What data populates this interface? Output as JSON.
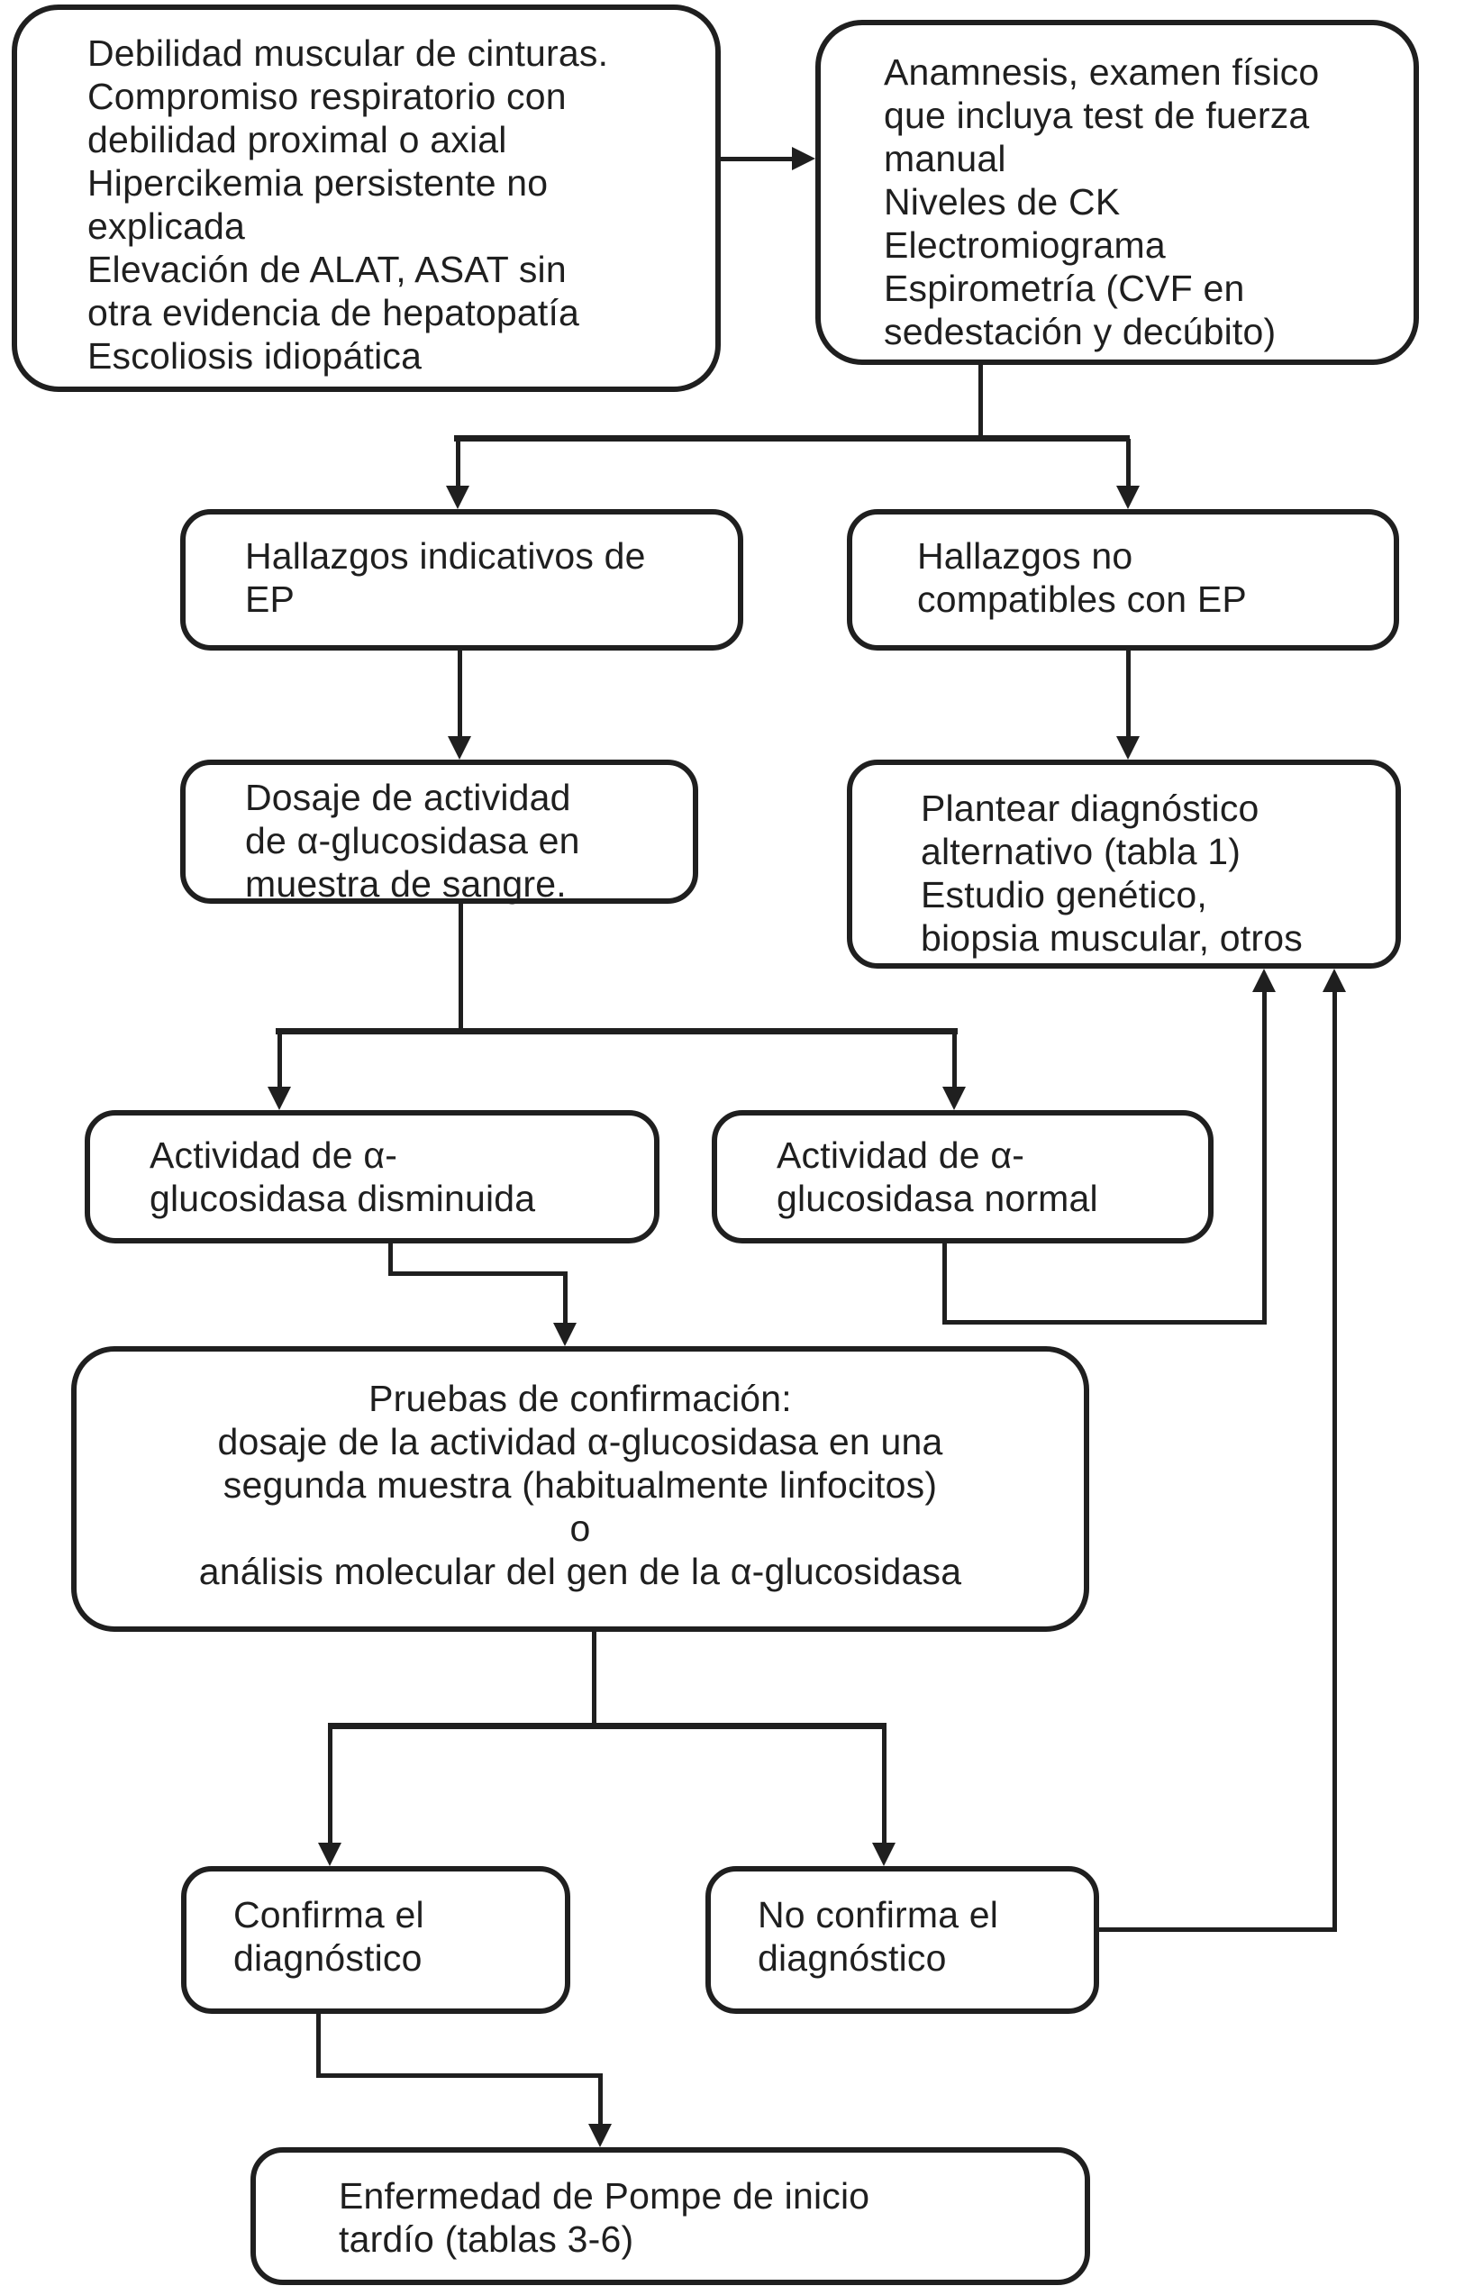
{
  "figure": {
    "type": "flowchart",
    "language": "es",
    "colors": {
      "background": "#ffffff",
      "ink": "#1f1f1f"
    },
    "nodes": {
      "screening": "Debilidad muscular de cinturas.\nCompromiso respiratorio con\ndebilidad proximal o axial\nHipercikemia persistente no\nexplicada\nElevación de ALAT, ASAT sin\notra evidencia de hepatopatía\nEscoliosis idiopática",
      "evaluation": "Anamnesis, examen físico\nque incluya test de fuerza\nmanual\nNiveles de CK\nElectromiograma\nEspirometría (CVF en\nsedestación y decúbito)",
      "hallazgos_ep": "Hallazgos indicativos de\nEP",
      "hallazgos_no_ep": "Hallazgos no\ncompatibles con EP",
      "dosaje": "Dosaje de actividad\nde α-glucosidasa en\nmuestra de sangre.",
      "plantear": "Plantear diagnóstico\nalternativo (tabla 1)\nEstudio genético,\nbiopsia muscular, otros",
      "disminuida": "Actividad de α-\nglucosidasa disminuida",
      "normal": "Actividad de α-\nglucosidasa normal",
      "pruebas": "Pruebas de confirmación:\ndosaje de la actividad α-glucosidasa en una\nsegunda muestra (habitualmente linfocitos)\no\nanálisis molecular del gen de la α-glucosidasa",
      "confirma": "Confirma el\ndiagnóstico",
      "no_confirma": "No confirma el\ndiagnóstico",
      "pompe": "Enfermedad de Pompe de inicio\ntardío (tablas 3-6)"
    },
    "edges": [
      {
        "from": "screening",
        "to": "evaluation"
      },
      {
        "from": "evaluation",
        "to": "hallazgos_ep"
      },
      {
        "from": "evaluation",
        "to": "hallazgos_no_ep"
      },
      {
        "from": "hallazgos_ep",
        "to": "dosaje"
      },
      {
        "from": "hallazgos_no_ep",
        "to": "plantear"
      },
      {
        "from": "dosaje",
        "to": "disminuida"
      },
      {
        "from": "dosaje",
        "to": "normal"
      },
      {
        "from": "disminuida",
        "to": "pruebas"
      },
      {
        "from": "normal",
        "to": "plantear"
      },
      {
        "from": "pruebas",
        "to": "confirma"
      },
      {
        "from": "pruebas",
        "to": "no_confirma"
      },
      {
        "from": "confirma",
        "to": "pompe"
      },
      {
        "from": "no_confirma",
        "to": "plantear"
      }
    ]
  }
}
